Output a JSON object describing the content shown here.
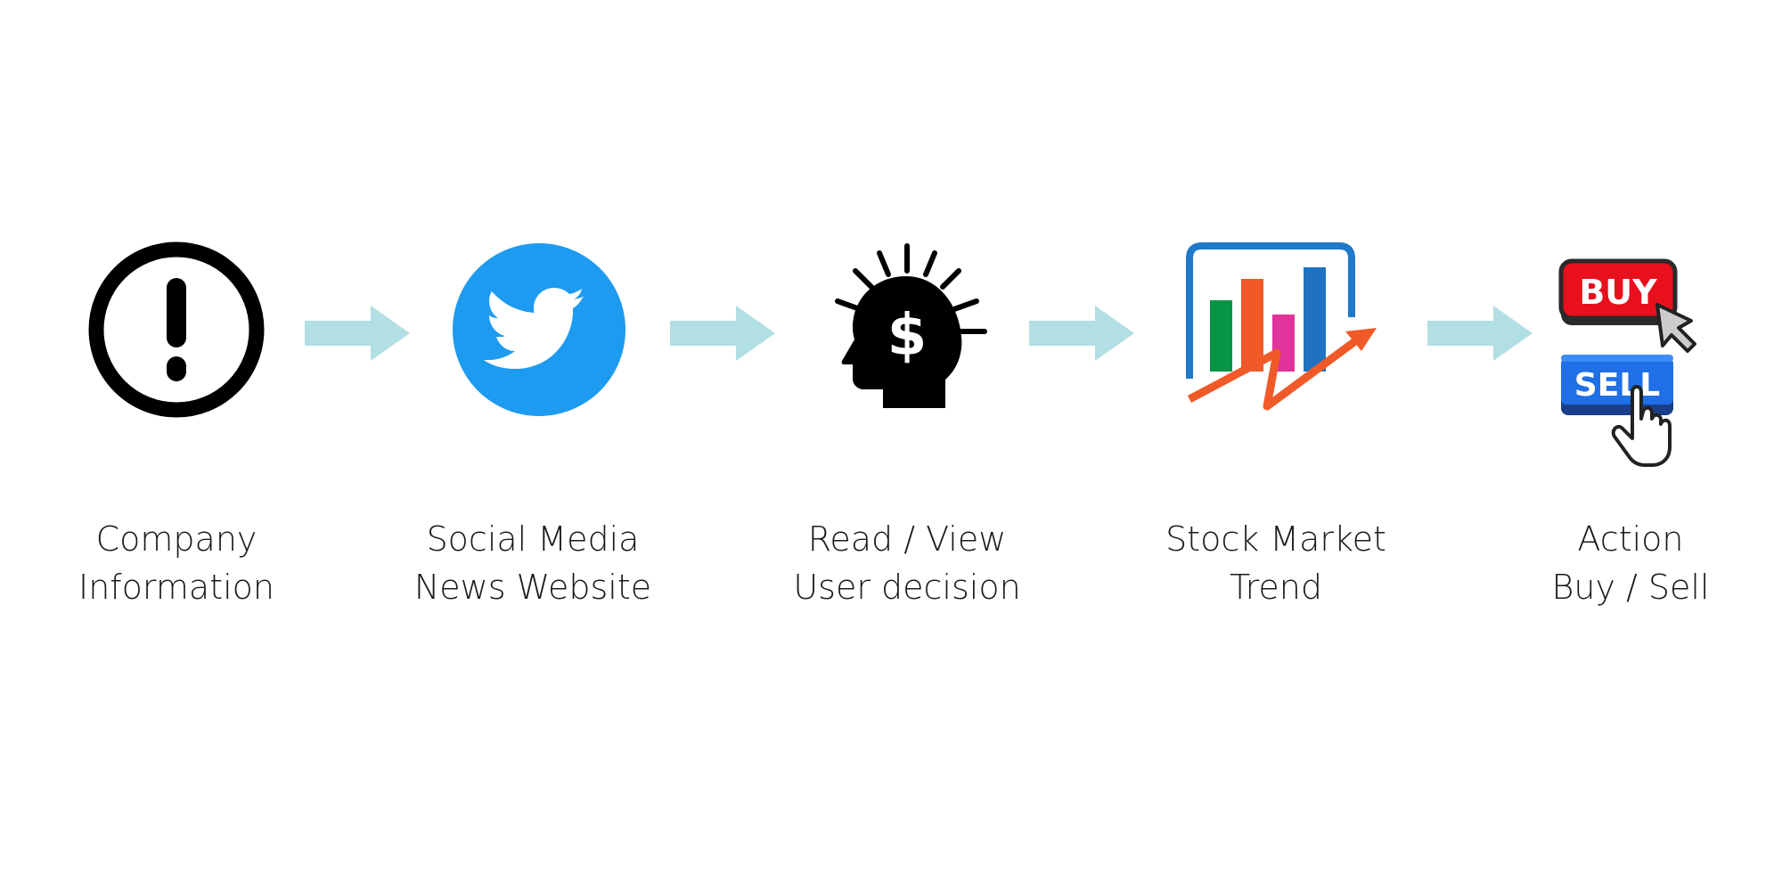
{
  "colors": {
    "arrow": "#b2dfe3",
    "twitter_blue": "#1d9bf0",
    "buy_red": "#e8101c",
    "sell_blue": "#1f6fe6",
    "chart_frame": "#1f78c8",
    "bar_green": "#079447",
    "bar_orange": "#f05a28",
    "bar_pink": "#e0339b",
    "bar_blue": "#1f72c0"
  },
  "steps": [
    {
      "icon": "exclamation-circle-icon",
      "label_line1": "Company",
      "label_line2": "Information"
    },
    {
      "icon": "twitter-bird-icon",
      "label_line1": "Social Media",
      "label_line2": "News Website"
    },
    {
      "icon": "head-with-dollar-idea-icon",
      "label_line1": "Read / View",
      "label_line2": "User decision"
    },
    {
      "icon": "stock-chart-trend-icon",
      "label_line1": "Stock Market",
      "label_line2": "Trend"
    },
    {
      "icon": "buy-sell-buttons-icon",
      "label_line1": "Action",
      "label_line2": "Buy / Sell"
    }
  ],
  "buttons": {
    "buy_text": "BUY",
    "sell_text": "SELL"
  },
  "connectors": [
    {
      "icon": "right-arrow-icon"
    },
    {
      "icon": "right-arrow-icon"
    },
    {
      "icon": "right-arrow-icon"
    },
    {
      "icon": "right-arrow-icon"
    }
  ]
}
